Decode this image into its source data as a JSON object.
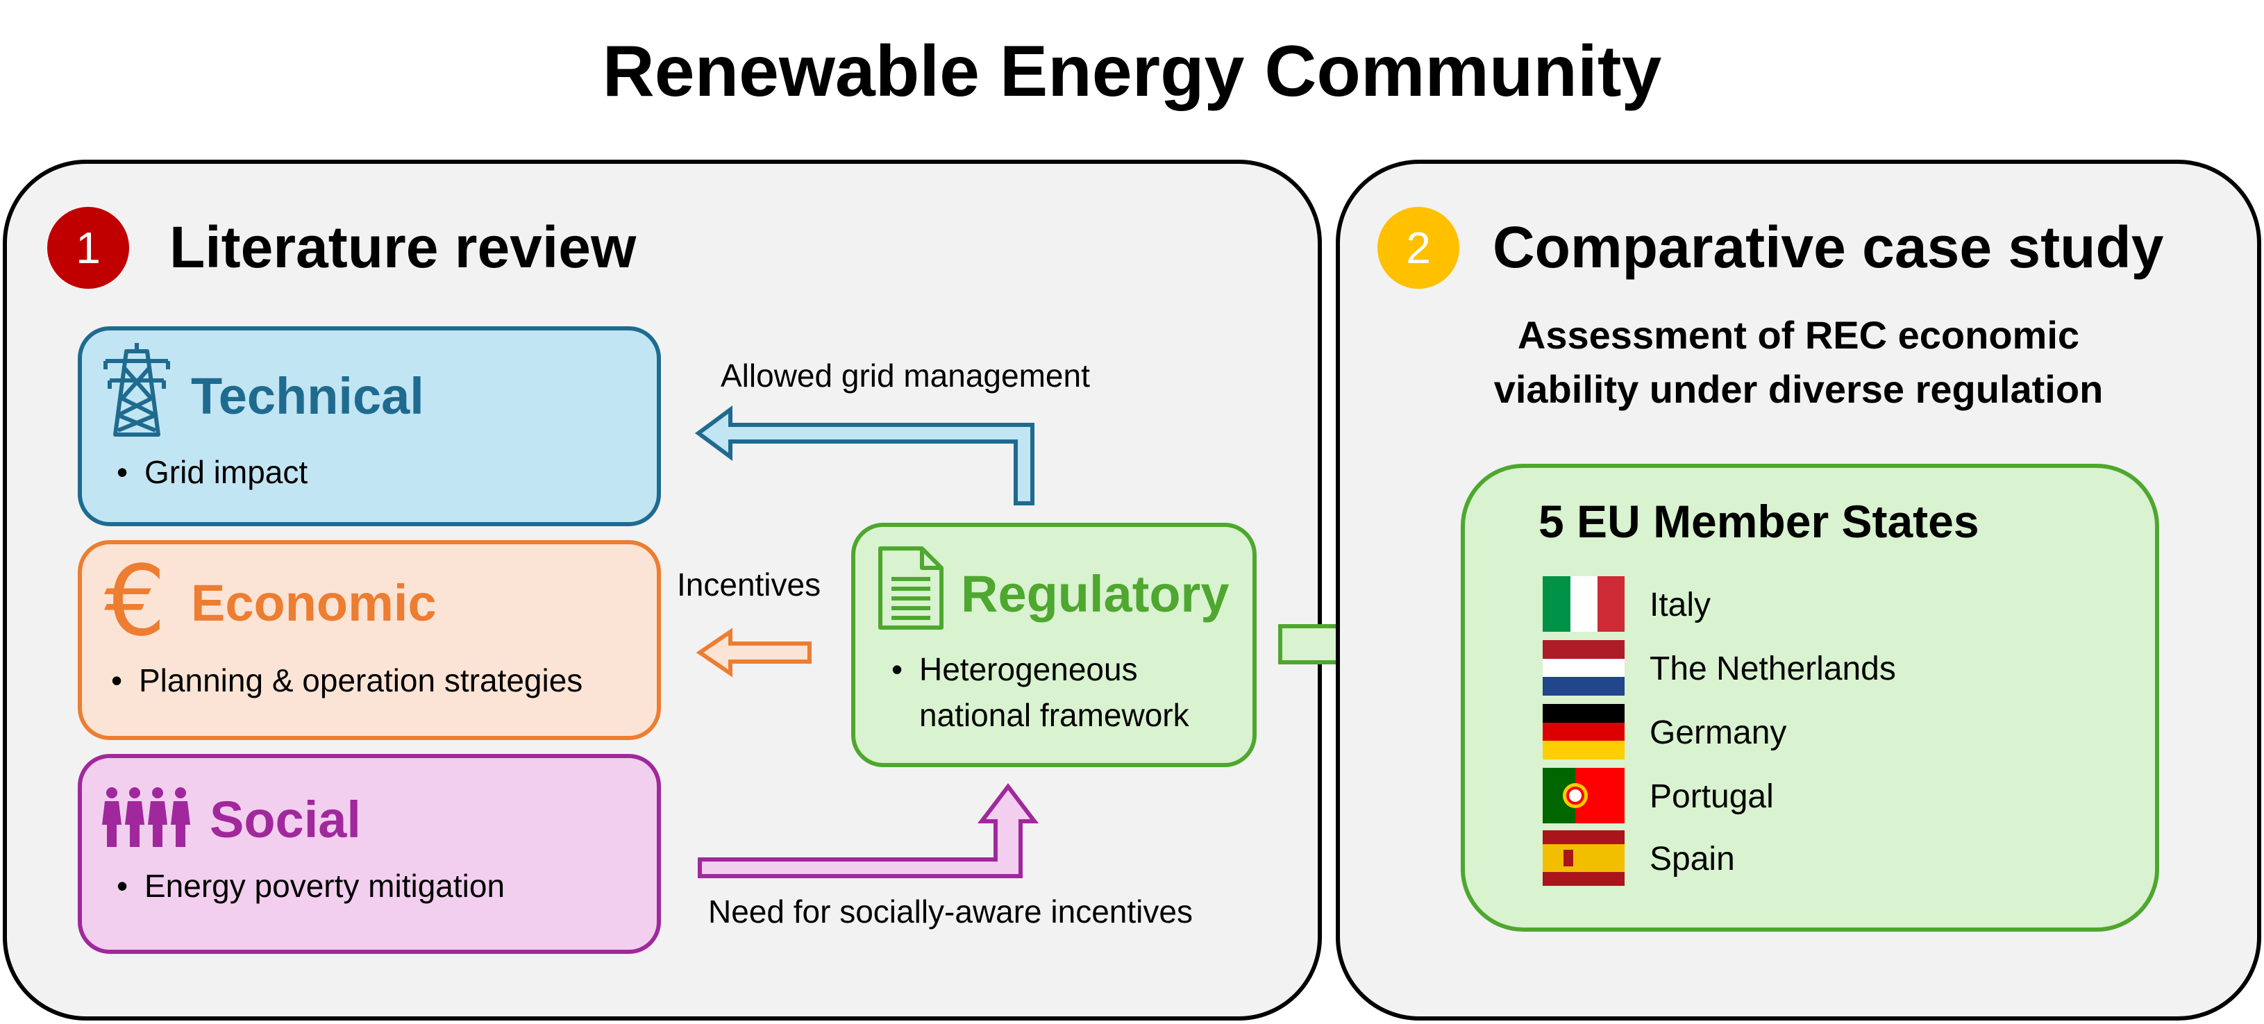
{
  "title": "Renewable Energy Community",
  "left_panel": {
    "badge": "1",
    "badge_color": "#c00000",
    "title": "Literature review",
    "technical": {
      "title": "Technical",
      "bullet": "Grid impact",
      "color": "#1f6b8f",
      "fill": "#c2e5f3"
    },
    "economic": {
      "title": "Economic",
      "bullet": "Planning & operation strategies",
      "color": "#ed7d31",
      "fill": "#fbe4d5"
    },
    "social": {
      "title": "Social",
      "bullet": "Energy poverty mitigation",
      "color": "#a0289c",
      "fill": "#f2cfee"
    },
    "regulatory": {
      "title": "Regulatory",
      "bullet_line1": "Heterogeneous",
      "bullet_line2": "national framework",
      "color": "#4ea72e",
      "fill": "#d9f2d0"
    },
    "arrow_labels": {
      "technical": "Allowed grid management",
      "economic": "Incentives",
      "social": "Need for socially-aware incentives"
    }
  },
  "right_panel": {
    "badge": "2",
    "badge_color": "#ffc000",
    "title": "Comparative case study",
    "subtitle_line1": "Assessment of REC economic",
    "subtitle_line2": "viability under diverse regulation",
    "states_box": {
      "title": "5 EU Member States",
      "countries": [
        "Italy",
        "The Netherlands",
        "Germany",
        "Portugal",
        "Spain"
      ]
    }
  }
}
